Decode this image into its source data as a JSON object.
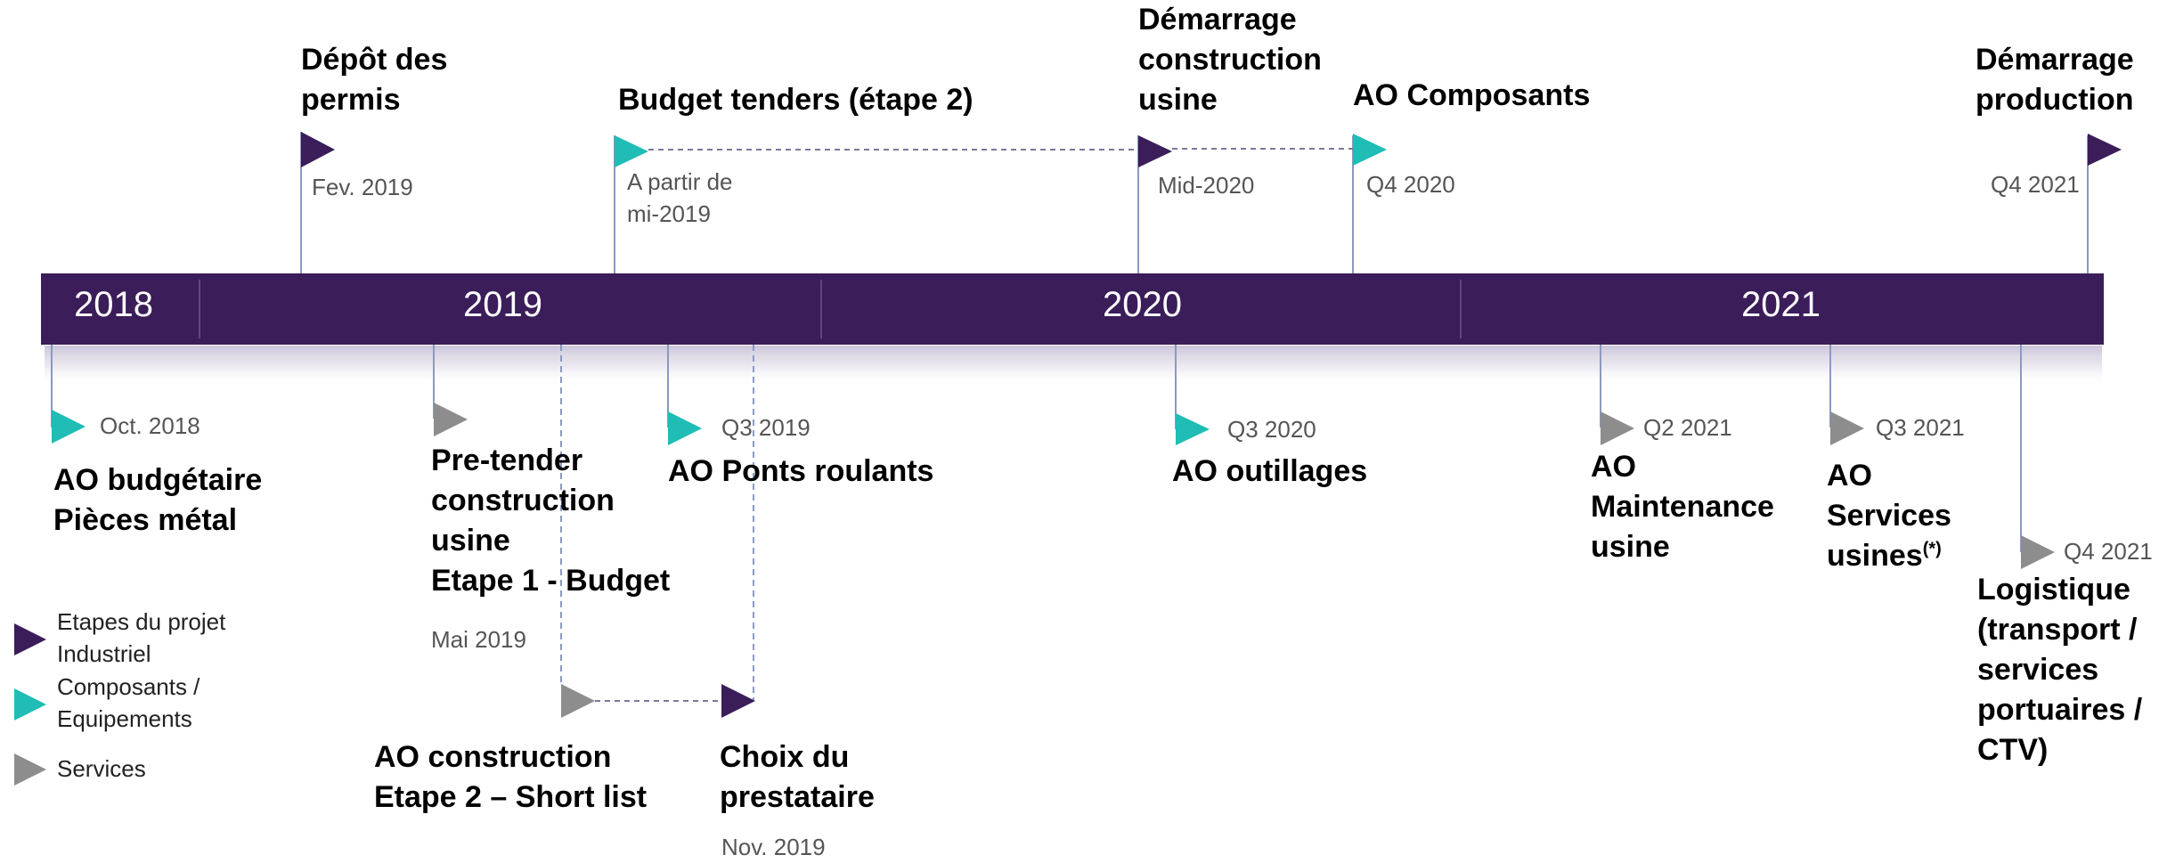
{
  "colors": {
    "bar": "#3b1d5a",
    "project": "#3b1d5a",
    "components": "#1fbdb5",
    "services": "#8d8d8d",
    "connector": "#8a9ac0"
  },
  "years": [
    "2018",
    "2019",
    "2020",
    "2021"
  ],
  "top_milestones": [
    {
      "id": "depot-permis",
      "category": "project",
      "title": "Dépôt des\npermis",
      "date": "Fev. 2019"
    },
    {
      "id": "budget-tenders",
      "category": "components",
      "title": "Budget tenders (étape 2)",
      "date": "A partir de\nmi-2019"
    },
    {
      "id": "demarrage-construction",
      "category": "project",
      "title": "Démarrage\nconstruction\nusine",
      "date": "Mid-2020"
    },
    {
      "id": "ao-composants",
      "category": "components",
      "title": "AO Composants",
      "date": "Q4 2020"
    },
    {
      "id": "demarrage-production",
      "category": "project",
      "title": "Démarrage\nproduction",
      "date": "Q4 2021"
    }
  ],
  "bottom_milestones": [
    {
      "id": "ao-budgetaire",
      "category": "components",
      "title": "AO budgétaire\nPièces métal",
      "date": "Oct. 2018"
    },
    {
      "id": "pre-tender",
      "category": "services",
      "title": "Pre-tender\nconstruction\nusine\nEtape 1 - Budget",
      "date": "Mai 2019"
    },
    {
      "id": "ao-ponts",
      "category": "components",
      "title": "AO Ponts roulants",
      "date": "Q3 2019"
    },
    {
      "id": "ao-construction",
      "category": "services",
      "title": "AO construction\nEtape 2 – Short list",
      "date": ""
    },
    {
      "id": "choix-prestataire",
      "category": "project",
      "title": "Choix du\nprestataire",
      "date": "Nov. 2019"
    },
    {
      "id": "ao-outillages",
      "category": "components",
      "title": "AO outillages",
      "date": "Q3 2020"
    },
    {
      "id": "ao-maintenance",
      "category": "services",
      "title": "AO\nMaintenance\nusine",
      "date": "Q2 2021"
    },
    {
      "id": "ao-services",
      "category": "services",
      "title": "AO\nServices\nusines",
      "title_suffix": "(*)",
      "date": "Q3 2021"
    },
    {
      "id": "logistique",
      "category": "services",
      "title": "Logistique\n(transport /\nservices\nportuaires /\nCTV)",
      "date": "Q4 2021"
    }
  ],
  "legend": [
    {
      "category": "project",
      "label": "Etapes du projet\nIndustriel"
    },
    {
      "category": "components",
      "label": "Composants /\nEquipements"
    },
    {
      "category": "services",
      "label": "Services"
    }
  ]
}
